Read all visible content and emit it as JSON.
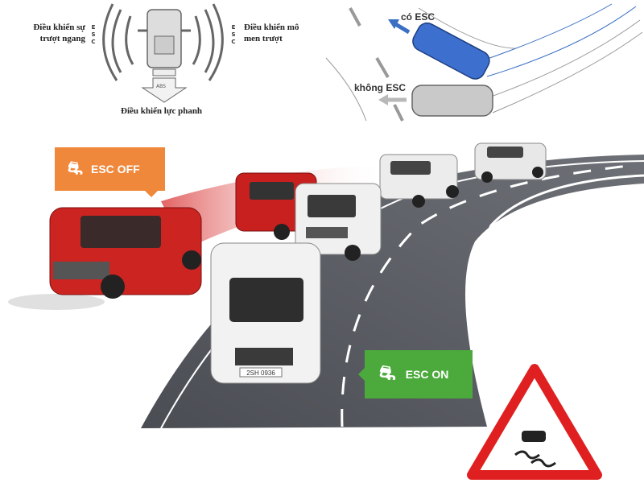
{
  "diagram_top_left": {
    "label_left_line1": "Điều khiển sự",
    "label_left_line2": "trượt ngang",
    "label_right_line1": "Điều khiển mô",
    "label_right_line2": "men trượt",
    "esc_vertical_left": "E S C",
    "esc_vertical_right": "E S C",
    "abs_label": "ABS",
    "label_bottom": "Điều khiển lực phanh"
  },
  "diagram_top_right": {
    "with_esc": "có ESC",
    "without_esc": "không ESC",
    "with_esc_color": "#3a6fc4",
    "without_esc_color": "#b8b8b8"
  },
  "scene": {
    "esc_off_badge": {
      "label": "ESC OFF",
      "color": "#f0883c",
      "icon": "skidding-car-icon"
    },
    "esc_on_badge": {
      "label": "ESC ON",
      "color": "#4caa3c",
      "icon": "skidding-car-icon"
    },
    "front_car_plate": "2SH 0936",
    "warning_sign": {
      "icon": "slippery-road-warning-icon",
      "border_color": "#e02020"
    },
    "road_color": "#5a5d63",
    "red_car_color": "#c8201e",
    "white_car_color": "#eeeeee"
  }
}
